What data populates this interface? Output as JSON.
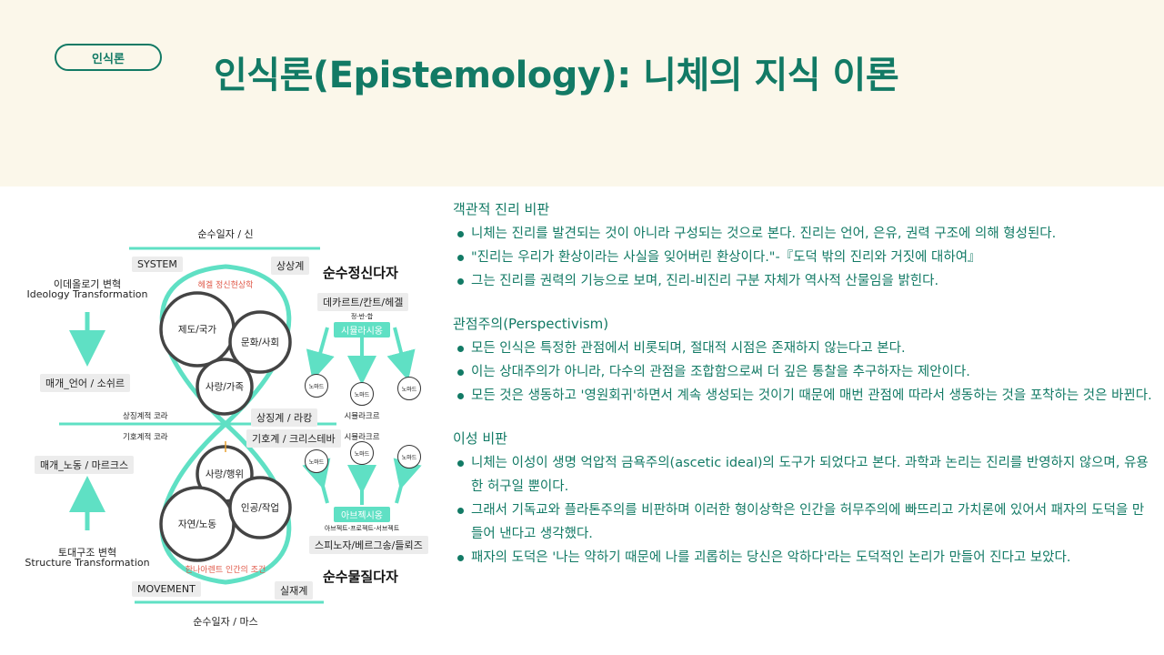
{
  "header": {
    "tag": "인식론",
    "title": "인식론(Epistemology): 니체의 지식 이론"
  },
  "diagram": {
    "top_label": "순수일자 / 신",
    "bottom_label": "순수일자 / 마스",
    "system": "SYSTEM",
    "sangsang": "상상계",
    "movement": "MOVEMENT",
    "siljae": "실재계",
    "ideology_ko": "이데올로기 변혁",
    "ideology_en": "Ideology Transformation",
    "structure_ko": "토대구조 변혁",
    "structure_en": "Structure Transformation",
    "medium_language": "매개_언어 / 소쉬르",
    "medium_labor": "매개_노동 / 마르크스",
    "symbol_cora": "상징계적 코라",
    "semiotic_cora": "기호계적 코라",
    "hegel_phenom": "헤겔 정신현상학",
    "bottom_red": "한나아렌트 인간의 조건",
    "upper_circles": [
      "제도/국가",
      "문화/사회",
      "사랑/가족"
    ],
    "lower_circles": [
      "사랑/행위",
      "자연/노동",
      "인공/작업"
    ],
    "symbolic": "상징계 / 라캉",
    "semiotic": "기호계 / 크리스테바",
    "pure_spirit": "순수정신다자",
    "pure_matter": "순수물질다자",
    "descartes": "데카르트/칸트/헤겔",
    "thesis": "정-반-합",
    "simulation": "시뮬라시옹",
    "simulacre_top": "시뮬라크르",
    "simulacre_mid": "시뮬라크르",
    "abstract": "아브젝시옹",
    "abject_sub": "아브젝트-프로젝트-서브젝트",
    "spinoza": "스피노자/베르그송/들뢰즈",
    "nomad": "노마드"
  },
  "sections": [
    {
      "heading": "객관적 진리 비판",
      "bullets": [
        "니체는 진리를 발견되는 것이 아니라 구성되는 것으로 본다. 진리는 언어, 은유, 권력 구조에 의해 형성된다.",
        "\"진리는 우리가 환상이라는 사실을 잊어버린 환상이다.\"-『도덕 밖의 진리와 거짓에 대하여』",
        "그는 진리를 권력의 기능으로 보며, 진리-비진리 구분 자체가 역사적 산물임을 밝힌다."
      ]
    },
    {
      "heading": "관점주의(Perspectivism)",
      "bullets": [
        "모든 인식은 특정한 관점에서 비롯되며, 절대적 시점은 존재하지 않는다고 본다.",
        "이는 상대주의가 아니라, 다수의 관점을 조합함으로써 더 깊은 통찰을 추구하자는 제안이다.",
        "모든 것은 생동하고 '영원회귀'하면서 계속 생성되는 것이기 때문에 매번 관점에 따라서 생동하는 것을 포착하는 것은 바뀐다."
      ]
    },
    {
      "heading": "이성 비판",
      "bullets": [
        "니체는 이성이 생명 억압적 금욕주의(ascetic ideal)의 도구가 되었다고 본다. 과학과 논리는 진리를 반영하지 않으며, 유용한 허구일 뿐이다.",
        "그래서 기독교와 플라톤주의를 비판하며 이러한 형이상학은 인간을 허무주의에 빠뜨리고 가치론에 있어서 패자의 도덕을 만들어 낸다고 생각했다.",
        "패자의 도덕은 '나는 약하기 때문에 나를 괴롭히는 당신은 악하다'라는 도덕적인 논리가 만들어 진다고 보았다."
      ]
    }
  ],
  "colors": {
    "accent": "#127a65",
    "mint": "#5fe0c4",
    "header_bg": "#fbf7ea"
  }
}
